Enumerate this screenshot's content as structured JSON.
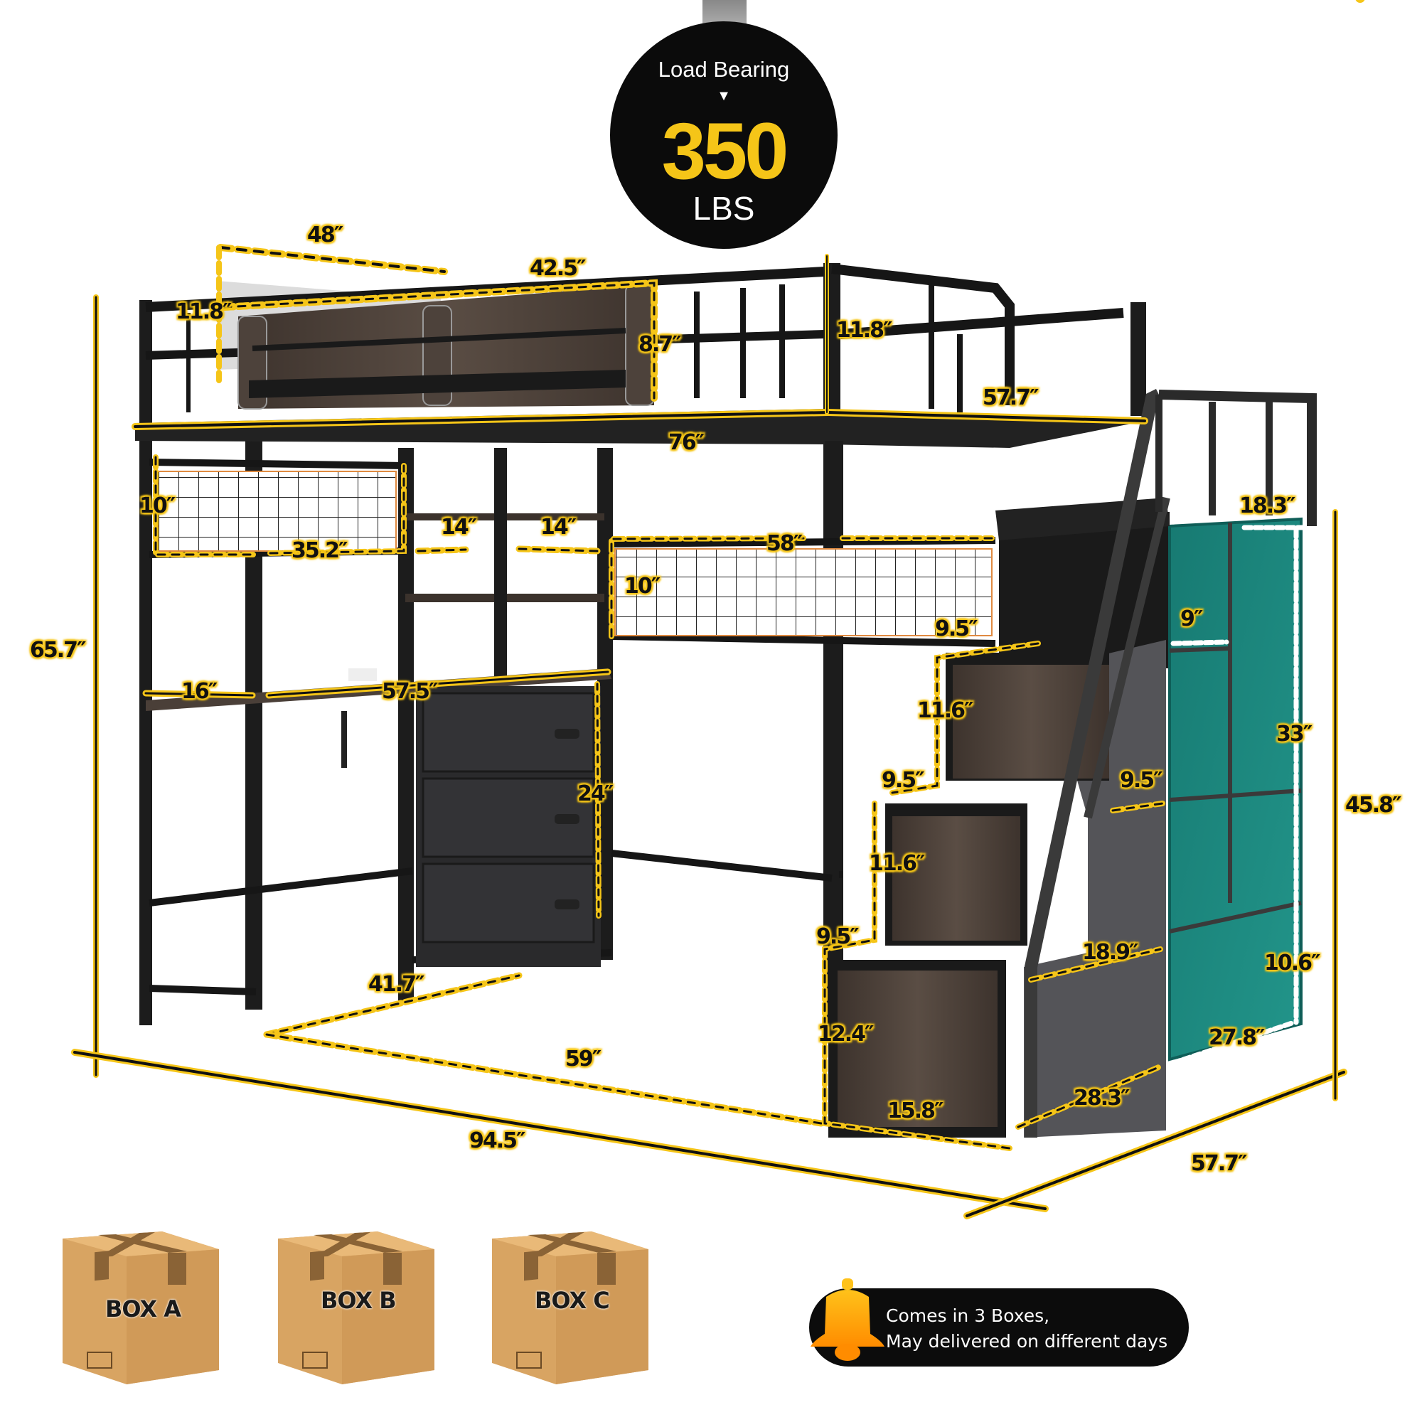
{
  "load_badge": {
    "title": "Load Bearing",
    "arrow": "▼",
    "value": "350",
    "unit": "LBS"
  },
  "dimensions": {
    "shelf_depth": "48″",
    "shelf_width": "42.5″",
    "shelf_left_height": "11.8″",
    "shelf_height": "8.7″",
    "guardrail_height": "11.8″",
    "bed_width": "57.7″",
    "bed_length": "76″",
    "grid_left_height": "10″",
    "grid_left_width": "35.2″",
    "side_shelf_1": "14″",
    "side_shelf_2": "14″",
    "grid_mid_width": "58″",
    "grid_mid_height": "10″",
    "overall_height": "65.7″",
    "desk_depth": "16″",
    "desk_width": "57.5″",
    "drawer_height": "24″",
    "desk_clearance": "41.7″",
    "floor_clearance": "59″",
    "overall_length": "94.5″",
    "overall_width": "57.7″",
    "stair_total_height": "45.8″",
    "stair_top_width": "18.3″",
    "cubby_top_height": "9″",
    "cubby_column_height": "33″",
    "step3_depth": "9.5″",
    "step3_height": "11.6″",
    "step2_depth": "9.5″",
    "step2_depth_side": "9.5″",
    "step2_height": "11.6″",
    "step1_depth": "9.5″",
    "step1_height": "12.4″",
    "step1_width": "15.8″",
    "stair_side_depth": "18.9″",
    "cubby_bottom_height": "10.6″",
    "cubby_bottom_depth": "27.8″",
    "stair_base_depth": "28.3″"
  },
  "boxes": [
    {
      "label": "BOX A"
    },
    {
      "label": "BOX B"
    },
    {
      "label": "BOX C"
    }
  ],
  "notice": {
    "icon": "bell-icon",
    "line1": "Comes in 3 Boxes,",
    "line2": "May delivered on different days"
  },
  "colors": {
    "accent_yellow": "#f5c518",
    "frame_black": "#1a1a1a",
    "wood_brown": "#4a3f38",
    "cubby_teal": "#1f8a80",
    "box_kraft": "#d9a866"
  }
}
